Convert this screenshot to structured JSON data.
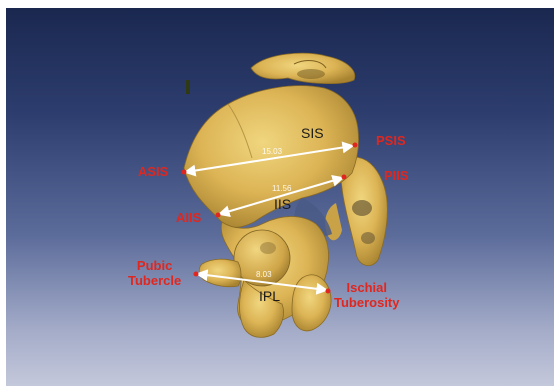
{
  "labels": {
    "asis": "ASIS",
    "psis": "PSIS",
    "aiis": "AIIS",
    "piis": "PIIS",
    "pubic_tubercle_line1": "Pubic",
    "pubic_tubercle_line2": "Tubercle",
    "ischial_tuberosity_line1": "Ischial",
    "ischial_tuberosity_line2": "Tuberosity"
  },
  "measurements": {
    "sis": {
      "name": "SIS",
      "value": "15.03"
    },
    "iis": {
      "name": "IIS",
      "value": "11.56"
    },
    "ipl": {
      "name": "IPL",
      "value": "8.03"
    }
  },
  "colors": {
    "label": "#e0271f",
    "bone": "#e2c062",
    "line": "#ffffff",
    "background_top": "#1a2850",
    "background_bottom": "#c4c8db"
  }
}
